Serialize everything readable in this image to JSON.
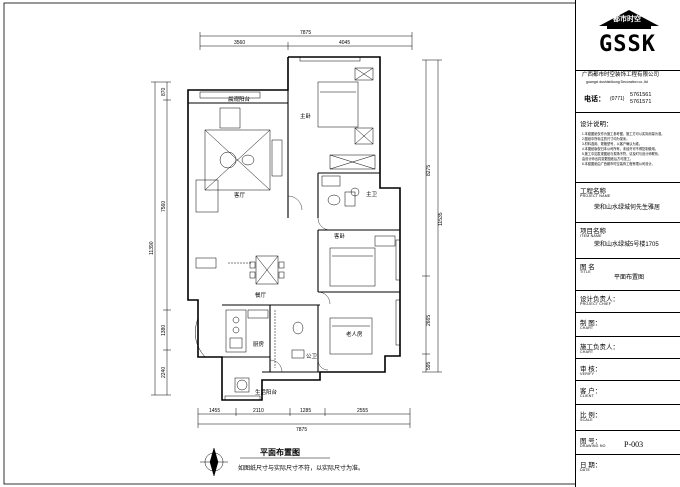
{
  "drawing": {
    "dims_top": {
      "total": "7875",
      "left": "3560",
      "right": "4045"
    },
    "dims_bottom": {
      "total": "7875",
      "segments": [
        "1455",
        "2110",
        "1285",
        "2555"
      ]
    },
    "dims_left": {
      "total": "11390",
      "d1": "870",
      "d2": "7560",
      "d3": "1380",
      "d4": "2240"
    },
    "dims_right": {
      "total": "11535",
      "d1": "8275",
      "d2": "2665",
      "d3": "595"
    },
    "rooms": {
      "morning_balcony": "晨观阳台",
      "master": "主卧",
      "living": "客厅",
      "bath": "主卫",
      "guest": "客卧",
      "dining": "餐厅",
      "kitchen": "厨房",
      "public_bath": "公卫",
      "elder": "老人房",
      "service_balcony": "生活阳台"
    },
    "title": "平面布置图",
    "note": "如图纸尺寸与实际尺寸不符，以实际尺寸为准。"
  },
  "titleblock": {
    "logo_top": "都市时空",
    "logo_main": "GSSK",
    "company_cn": "广西都市时空装饰工程有限公司",
    "company_en": "guangxi dushishikong Decoration co.,ltd",
    "phone_label": "电话：",
    "phone_area": "(0771)",
    "phone1": "5761561",
    "phone2": "5761571",
    "design_notes_label": "设计说明：",
    "design_notes": [
      "1.本套图纸仅作为施工参考图，施工方可以实际测量为准。",
      "2.图纸中所标注的尺寸均为毫米。",
      "3.材料选用、规格型号，以客户确认为准。",
      "4.本图纸版权归本公司所有，未经许可不得复制使用。",
      "5.施工中如发现图纸与现场不符，请及时与设计师联系，",
      "  由设计师出具变更图纸后方可施工。",
      "6.本套图纸由广西都市时空装饰工程有限公司设计。"
    ],
    "project_name_cn": "工程名称",
    "project_name_en": "PROJECT NAME",
    "project_name_val": "荣和山水绿城何先生雅居",
    "item_name_cn": "项目名称",
    "item_name_en": "ITEM NAME",
    "item_name_val": "荣和山水绿城5号楼1705",
    "drawing_name_cn": "图 名",
    "drawing_name_en": "TITLE",
    "drawing_name_val": "平面布置图",
    "chief_cn": "设计负责人：",
    "chief_en": "PROJECT CHIEF",
    "draw_cn": "制    图：",
    "draw_en": "CHART",
    "construct_cn": "施工负责人：",
    "construct_en": "CHART",
    "verify_cn": "审    核：",
    "verify_en": "VERIFY",
    "client_cn": "客    户：",
    "client_en": "CLIENT",
    "scale_cn": "比    例：",
    "scale_en": "SCALE",
    "no_cn": "图    号：",
    "no_en": "DRAWING NO",
    "no_val": "P-003",
    "date_cn": "日    期：",
    "date_en": "DATE"
  }
}
